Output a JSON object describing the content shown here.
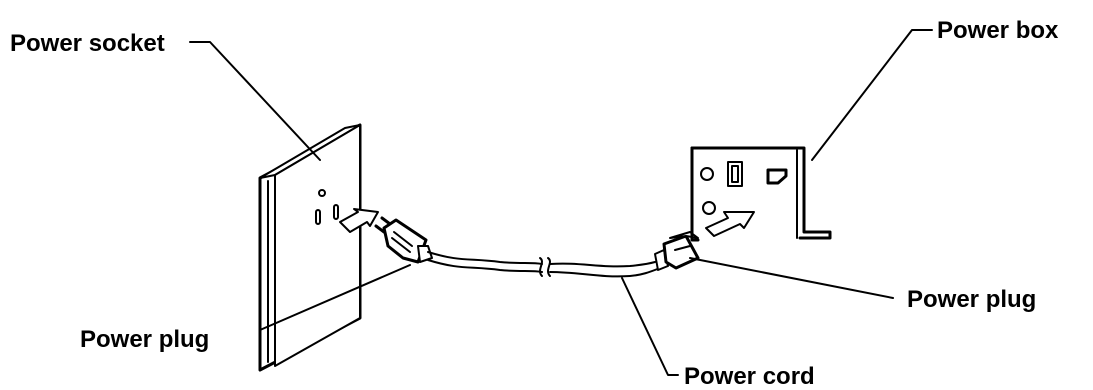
{
  "labels": {
    "power_socket": "Power socket",
    "power_box": "Power box",
    "power_plug_left": "Power plug",
    "power_plug_right": "Power plug",
    "power_cord": "Power cord"
  }
}
